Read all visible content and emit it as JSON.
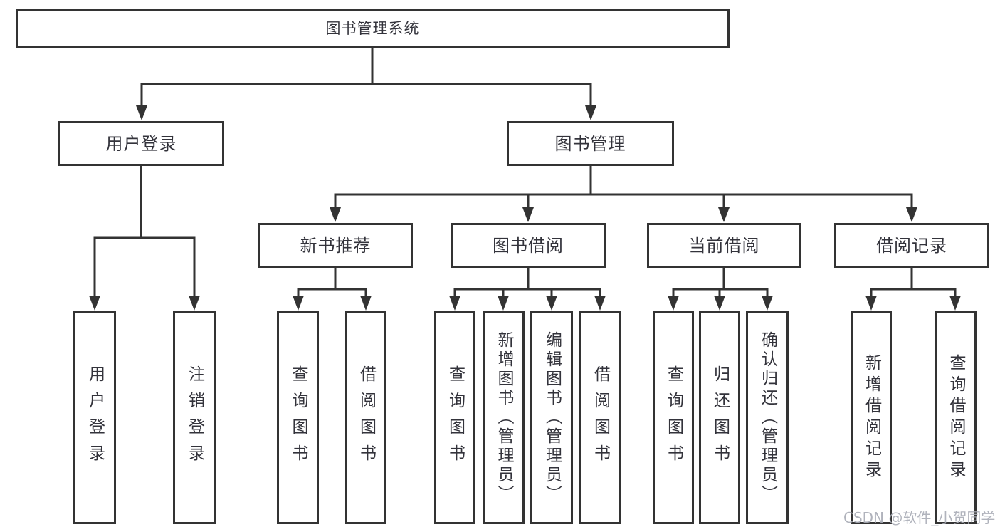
{
  "diagram": {
    "root_label": "图书管理系统",
    "level2": [
      {
        "label": "用户登录"
      },
      {
        "label": "图书管理"
      }
    ],
    "level3": [
      {
        "label": "新书推荐"
      },
      {
        "label": "图书借阅"
      },
      {
        "label": "当前借阅"
      },
      {
        "label": "借阅记录"
      }
    ],
    "leaves": [
      {
        "label": "用户登录"
      },
      {
        "label": "注销登录"
      },
      {
        "label": "查询图书"
      },
      {
        "label": "借阅图书"
      },
      {
        "label": "查询图书"
      },
      {
        "label": "新增图书（管理员）"
      },
      {
        "label": "编辑图书（管理员）"
      },
      {
        "label": "借阅图书"
      },
      {
        "label": "查询图书"
      },
      {
        "label": "归还图书"
      },
      {
        "label": "确认归还（管理员）"
      },
      {
        "label": "新增借阅记录"
      },
      {
        "label": "查询借阅记录"
      }
    ],
    "watermark": "CSDN @软件_小贺同学",
    "colors": {
      "line": "#333333",
      "text": "#33333b",
      "watermark": "#a8abb5",
      "background": "#ffffff"
    }
  }
}
